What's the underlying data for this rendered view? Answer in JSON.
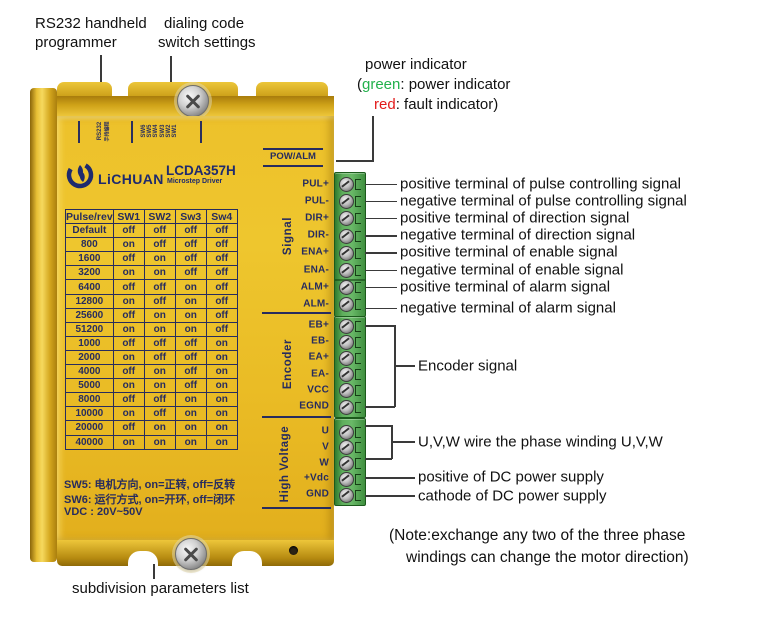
{
  "callouts": {
    "rs232": {
      "line1": "RS232 handheld",
      "line2": "programmer"
    },
    "dialing": {
      "line1": "dialing code",
      "line2": "switch settings"
    },
    "power": {
      "line1": "power indicator",
      "open": "(",
      "green_word": "green",
      "green_rest": ": power indicator",
      "red_word": "red",
      "red_rest": ": fault indicator)"
    },
    "pin_annotations": [
      "positive terminal of  pulse controlling signal",
      "negative terminal of  pulse controlling signal",
      "positive terminal of direction signal",
      "negative terminal of direction signal",
      "positive terminal of enable signal",
      "negative terminal of enable signal",
      "positive terminal of alarm signal",
      "negative terminal of alarm signal"
    ],
    "encoder_signal": "Encoder signal",
    "uvw": "U,V,W wire the phase winding U,V,W",
    "dc_positive": "positive of DC power supply",
    "dc_cathode": "cathode of DC power supply",
    "note_line1": "(Note:exchange any two of the three phase",
    "note_line2": "windings can change the motor direction)",
    "subdivision": "subdivision parameters list"
  },
  "device": {
    "brand": "LiCHUAN",
    "model": "LCDA357H",
    "model_subtitle": "Microstep Driver",
    "indicator_label": "POW/ALM",
    "rs232_port": "RS232",
    "rs232_port_cn": "手持编程",
    "dip_switch_labels": [
      "SW6",
      "SW5",
      "SW4",
      "SW3",
      "SW2",
      "SW1"
    ],
    "notes": [
      "SW5: 电机方向, on=正转, off=反转",
      "SW6: 运行方式, on=开环, off=闭环",
      "VDC : 20V~50V"
    ],
    "table": {
      "headers": [
        "Pulse/rev",
        "SW1",
        "SW2",
        "Sw3",
        "Sw4"
      ],
      "rows": [
        [
          "Default",
          "off",
          "off",
          "off",
          "off"
        ],
        [
          "800",
          "on",
          "off",
          "off",
          "off"
        ],
        [
          "1600",
          "off",
          "on",
          "off",
          "off"
        ],
        [
          "3200",
          "on",
          "on",
          "off",
          "off"
        ],
        [
          "6400",
          "off",
          "off",
          "on",
          "off"
        ],
        [
          "12800",
          "on",
          "off",
          "on",
          "off"
        ],
        [
          "25600",
          "off",
          "on",
          "on",
          "off"
        ],
        [
          "51200",
          "on",
          "on",
          "on",
          "off"
        ],
        [
          "1000",
          "off",
          "off",
          "off",
          "on"
        ],
        [
          "2000",
          "on",
          "off",
          "off",
          "on"
        ],
        [
          "4000",
          "off",
          "on",
          "off",
          "on"
        ],
        [
          "5000",
          "on",
          "on",
          "off",
          "on"
        ],
        [
          "8000",
          "off",
          "off",
          "on",
          "on"
        ],
        [
          "10000",
          "on",
          "off",
          "on",
          "on"
        ],
        [
          "20000",
          "off",
          "on",
          "on",
          "on"
        ],
        [
          "40000",
          "on",
          "on",
          "on",
          "on"
        ]
      ]
    },
    "terminal_groups": [
      {
        "name": "Signal",
        "pins": [
          "PUL+",
          "PUL-",
          "DIR+",
          "DIR-",
          "ENA+",
          "ENA-",
          "ALM+",
          "ALM-"
        ]
      },
      {
        "name": "Encoder",
        "pins": [
          "EB+",
          "EB-",
          "EA+",
          "EA-",
          "VCC",
          "EGND"
        ]
      },
      {
        "name": "High Voltage",
        "pins": [
          "U",
          "V",
          "W",
          "+Vdc",
          "GND"
        ]
      }
    ]
  },
  "colors": {
    "green": "#22b14c",
    "red": "#e21b1b",
    "body_gold": "#e9bb24",
    "terminal_green": "#58a85a",
    "navy": "#272c5e"
  }
}
